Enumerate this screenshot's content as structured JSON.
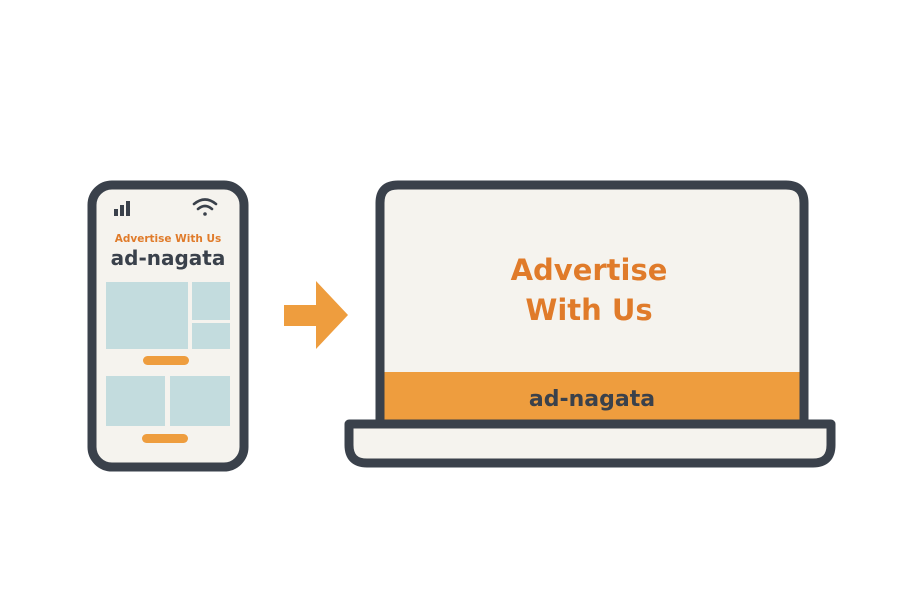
{
  "colors": {
    "outline": "#3a414b",
    "screen": "#f5f3ee",
    "accent": "#ee9d3e",
    "accent_text": "#e07b2a",
    "tile": "#c3dcde",
    "dark_text": "#3a414b"
  },
  "phone": {
    "signal_icon": "signal-bars-icon",
    "wifi_icon": "wifi-icon",
    "headline": "Advertise With Us",
    "brand": "ad-nagata"
  },
  "arrow_icon": "arrow-right-icon",
  "laptop": {
    "headline_line1": "Advertise",
    "headline_line2": "With Us",
    "brand": "ad-nagata"
  }
}
